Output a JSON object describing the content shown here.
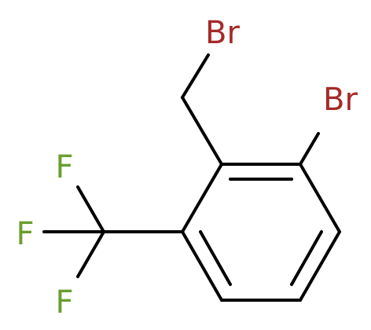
{
  "molecule": {
    "atoms": [
      {
        "id": "br_methyl",
        "symbol": "Br",
        "element": "bromine",
        "color": "#a52a2a"
      },
      {
        "id": "br_ring",
        "symbol": "Br",
        "element": "bromine",
        "color": "#a52a2a"
      },
      {
        "id": "f1",
        "symbol": "F",
        "element": "fluorine",
        "color": "#6b9e2f"
      },
      {
        "id": "f2",
        "symbol": "F",
        "element": "fluorine",
        "color": "#6b9e2f"
      },
      {
        "id": "f3",
        "symbol": "F",
        "element": "fluorine",
        "color": "#6b9e2f"
      }
    ],
    "bond_color": "#000000",
    "background": "#ffffff"
  }
}
